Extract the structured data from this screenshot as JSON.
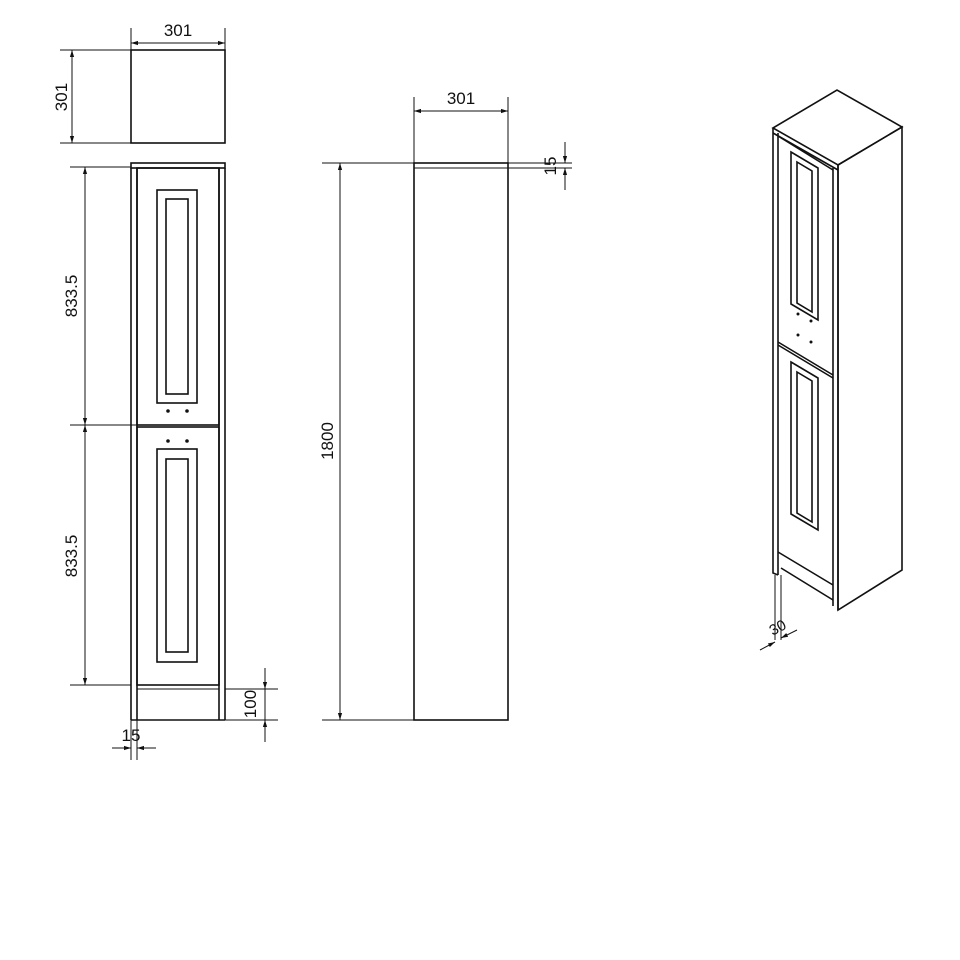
{
  "drawing": {
    "line_color": "#111111",
    "top_view": {
      "width_label": "301",
      "depth_label": "301"
    },
    "front_view": {
      "door_height_upper": "833.5",
      "door_height_lower": "833.5",
      "plinth_height": "100",
      "side_thickness": "15"
    },
    "side_view": {
      "depth_label": "301",
      "height_label": "1800",
      "top_thickness": "15"
    },
    "iso_view": {
      "recess_label": "30"
    }
  }
}
